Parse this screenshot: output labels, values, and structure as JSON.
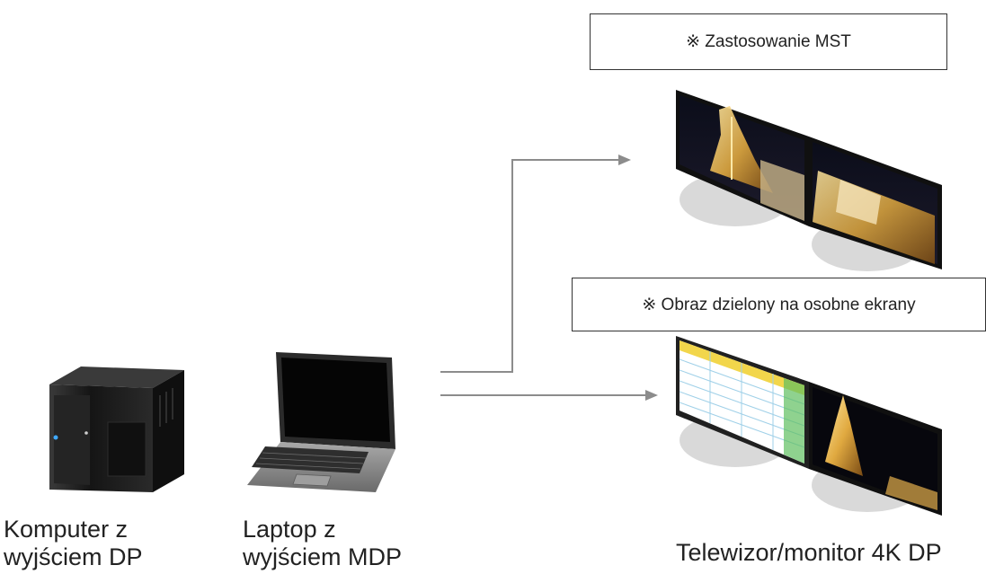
{
  "labels": {
    "mst_box": "※  Zastosowanie MST",
    "split_box": "※  Obraz dzielony na osobne ekrany",
    "computer": "Komputer z\nwyjściem DP",
    "laptop": "Laptop z\nwyjściem MDP",
    "tv": "Telewizor/monitor 4K DP"
  },
  "colors": {
    "arrow": "#8c8c8c",
    "stand": "#d9d9d9",
    "pc_body": "#1b1b1b",
    "laptop_body": "#7d7d7d",
    "spreadsheet_header": "#f2d64b",
    "spreadsheet_grid": "#9fd0e8"
  }
}
